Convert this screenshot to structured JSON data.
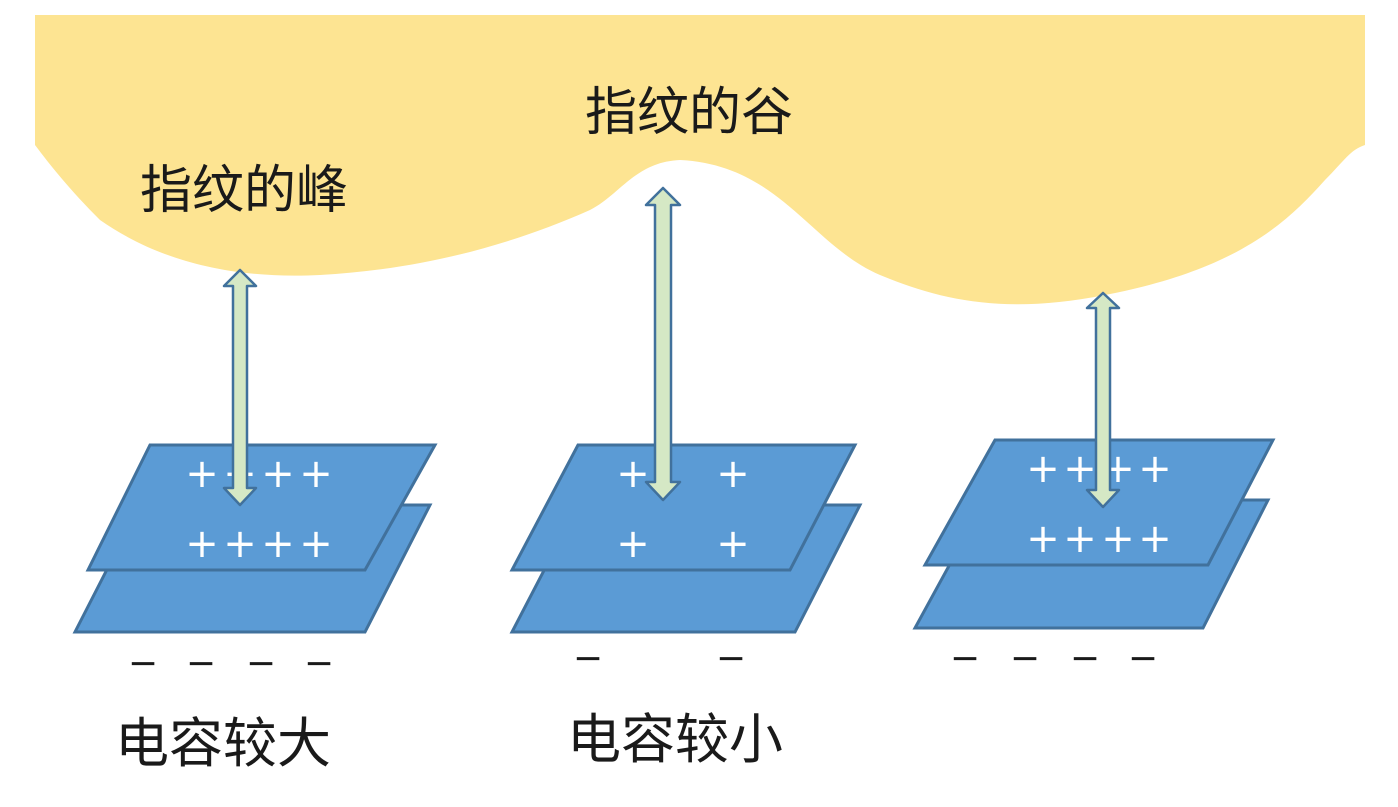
{
  "colors": {
    "finger": "#fde492",
    "plate_fill": "#5b9bd5",
    "plate_stroke": "#41719c",
    "arrow_fill": "#d5e8c5",
    "arrow_stroke": "#41719c",
    "text": "#1a1a1a",
    "charge": "#ffffff"
  },
  "finger": {
    "ridge_label": "指纹的峰",
    "valley_label": "指纹的谷"
  },
  "sensors": [
    {
      "top_charges": [
        "+",
        "+",
        "+",
        "+"
      ],
      "bottom_charges": [
        "+",
        "+",
        "+",
        "+"
      ],
      "negative_charges": [
        "−",
        "−",
        "−",
        "−"
      ],
      "caption": "电容较大"
    },
    {
      "top_charges": [
        "+",
        "+"
      ],
      "bottom_charges": [
        "+",
        "+"
      ],
      "negative_charges": [
        "−",
        "−"
      ],
      "caption": "电容较小"
    },
    {
      "top_charges": [
        "+",
        "+",
        "+",
        "+"
      ],
      "bottom_charges": [
        "+",
        "+",
        "+",
        "+"
      ],
      "negative_charges": [
        "−",
        "−",
        "−",
        "−"
      ],
      "caption": ""
    }
  ]
}
